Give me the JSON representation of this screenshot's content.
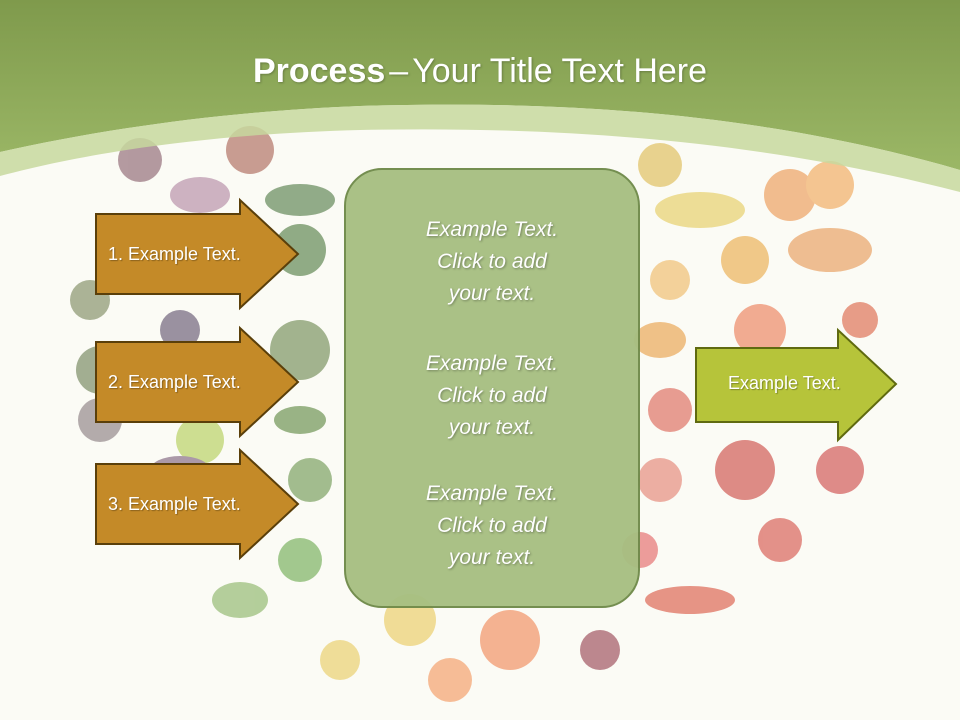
{
  "title": {
    "bold": "Process",
    "separator": "–",
    "rest": "Your Title Text Here"
  },
  "left_arrows": [
    {
      "label": "1. Example Text."
    },
    {
      "label": "2. Example Text."
    },
    {
      "label": "3. Example Text."
    }
  ],
  "center_panel": {
    "blocks": [
      {
        "lines": [
          "Example Text.",
          "Click  to add",
          "your text."
        ]
      },
      {
        "lines": [
          "Example Text.",
          "Click  to add",
          "your text."
        ]
      },
      {
        "lines": [
          "Example Text.",
          "Click  to add",
          "your text."
        ]
      }
    ]
  },
  "right_arrow": {
    "label": "Example Text."
  },
  "colors": {
    "header_green": "#8ca858",
    "left_arrow_fill": "#c48a28",
    "left_arrow_stroke": "#5a3f0a",
    "panel_fill": "#a7bf82",
    "right_arrow_fill": "#b6c43a",
    "right_arrow_stroke": "#5f6a10"
  }
}
